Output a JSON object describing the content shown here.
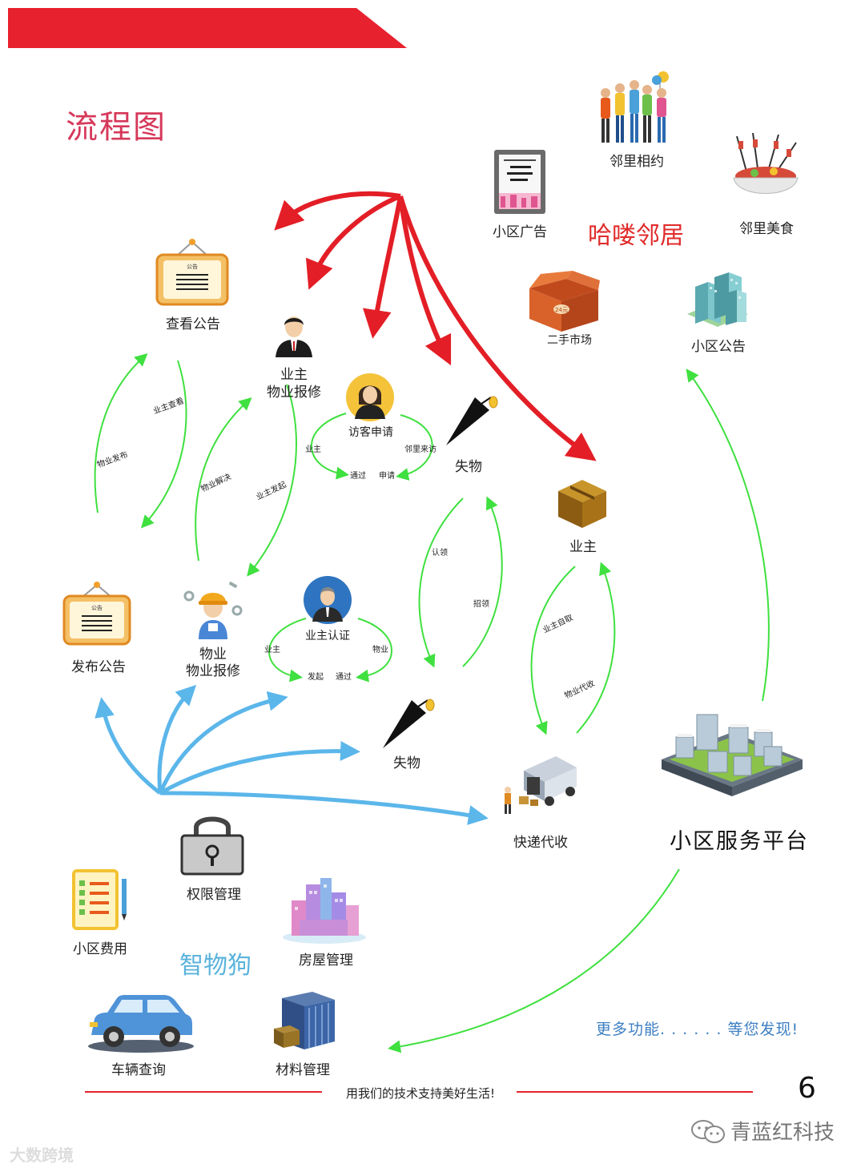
{
  "title": "流程图",
  "brands": {
    "neighbors": "哈喽邻居",
    "wuwugou": "智物狗"
  },
  "platform": "小区服务平台",
  "more_features": "更多功能. . . . . .  等您发现!",
  "footer": {
    "slogan": "用我们的技术支持美好生活!",
    "page": "6"
  },
  "wechat": "青蓝红科技",
  "watermark": "大数跨境",
  "nodes": {
    "view_notice": "查看公告",
    "owner_repair_1": "业主",
    "owner_repair_2": "物业报修",
    "visitor_apply": "访客申请",
    "lost_top": "失物",
    "owner_box": "业主",
    "publish_notice": "发布公告",
    "prop_repair_1": "物业",
    "prop_repair_2": "物业报修",
    "owner_cert": "业主认证",
    "lost_bottom": "失物",
    "express": "快递代收",
    "permission": "权限管理",
    "fees": "小区费用",
    "housing": "房屋管理",
    "vehicle": "车辆查询",
    "materials": "材料管理",
    "ads": "小区广告",
    "meetup": "邻里相约",
    "food": "邻里美食",
    "market": "二手市场",
    "community_notice": "小区公告"
  },
  "edge_labels": {
    "owner_view": "业主查看",
    "prop_publish": "物业发布",
    "prop_solve": "物业解决",
    "owner_initiate": "业主发起",
    "visitor_owner": "业主",
    "visitor_pass": "通过",
    "visitor_apply": "申请",
    "visitor_neighbor": "邻里来访",
    "cert_owner": "业主",
    "cert_prop": "物业",
    "cert_initiate": "发起",
    "cert_pass": "通过",
    "claim": "认领",
    "find_owner": "招领",
    "self_pickup": "业主自取",
    "prop_collect": "物业代收"
  },
  "icon_text": {
    "notice_sign": "公告",
    "price_tag": "24元"
  },
  "colors": {
    "header_red": "#e8212e",
    "arrow_red": "#e31e26",
    "arrow_blue": "#5bb6ea",
    "arrow_green": "#3fe03f",
    "title_pink": "#d6385a"
  },
  "icons": [
    "notice-board-icon",
    "businessman-icon",
    "woman-avatar-icon",
    "umbrella-icon",
    "cardboard-box-icon",
    "worker-icon",
    "man-avatar-icon",
    "delivery-van-icon",
    "padlock-icon",
    "checklist-icon",
    "city-buildings-icon",
    "car-icon",
    "warehouse-icon",
    "billboard-icon",
    "crowd-icon",
    "food-bowl-icon",
    "open-box-icon",
    "apartment-icon",
    "community-platform-icon"
  ]
}
